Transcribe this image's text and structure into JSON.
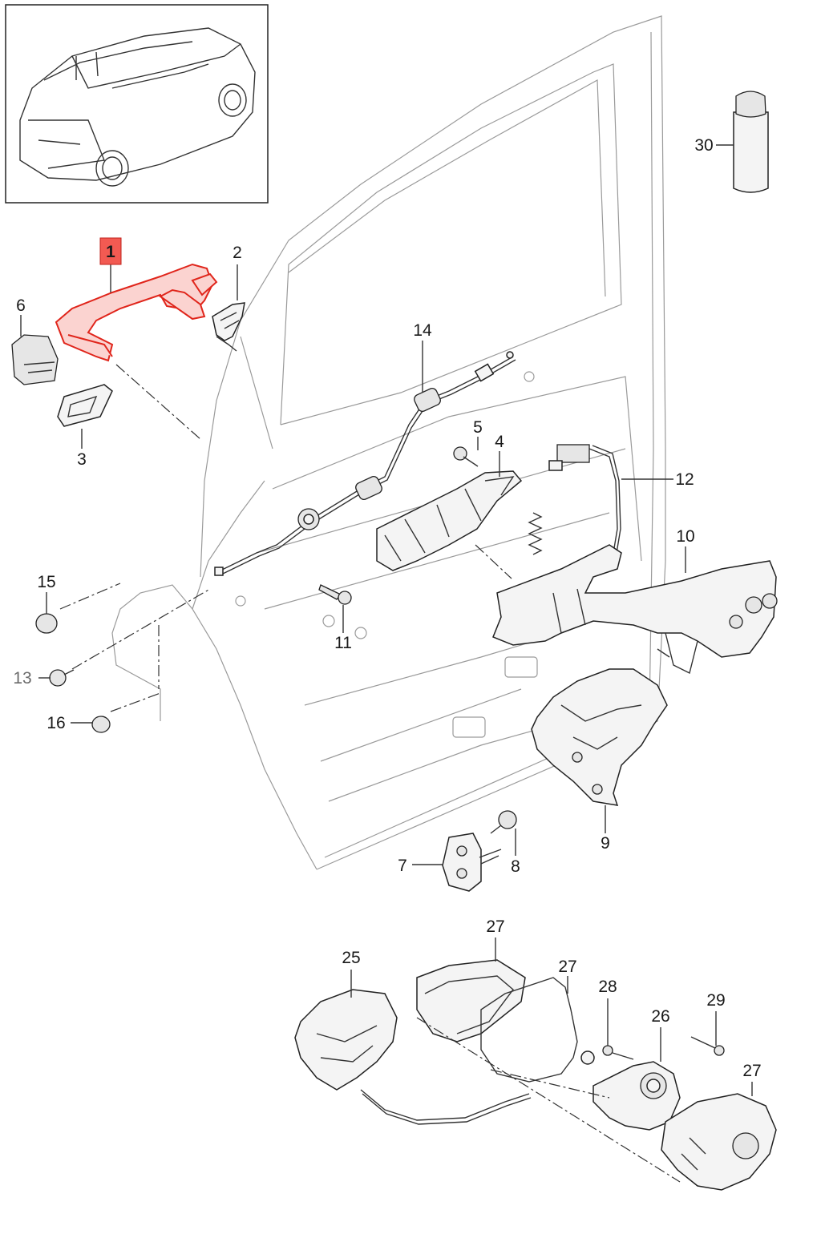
{
  "callouts": {
    "c1": "1",
    "c2": "2",
    "c3": "3",
    "c4": "4",
    "c5": "5",
    "c6": "6",
    "c7": "7",
    "c8": "8",
    "c9": "9",
    "c10": "10",
    "c11": "11",
    "c12": "12",
    "c13": "13",
    "c14": "14",
    "c15": "15",
    "c16": "16",
    "c25": "25",
    "c26": "26",
    "c27a": "27",
    "c27b": "27",
    "c27c": "27",
    "c28": "28",
    "c29": "29",
    "c30": "30"
  },
  "highlight": {
    "part": "1",
    "color": "#f25a52"
  }
}
